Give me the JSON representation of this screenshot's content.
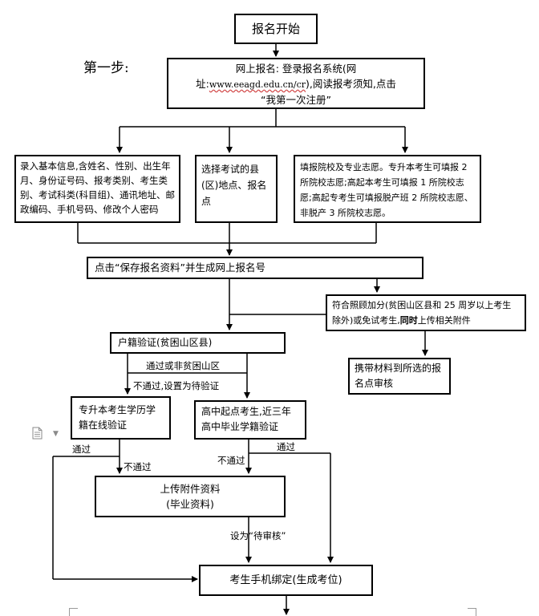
{
  "step_label": "第一步:",
  "boxes": {
    "start": "报名开始",
    "online_prefix": "网上报名: 登录报名系统(网",
    "online_url_prefix": "址:",
    "online_url": "www.eeagd.edu.cn/cr",
    "online_suffix": "),阅读报考须知,点击",
    "online_quote": "“我第一次注册”",
    "basic_info": "录入基本信息,含姓名、性别、出生年月、身份证号码、报考类别、考生类别、考试科类(科目组)、通讯地址、邮政编码、手机号码、修改个人密码",
    "select_county": "选择考试的县(区)地点、报名点",
    "fill_schools": "填报院校及专业志愿。专升本考生可填报 2 所院校志愿;高起本考生可填报 1 所院校志愿;高起专考生可填报脱产班 2 所院校志愿、非脱产 3 所院校志愿。",
    "save": "点击“保存报名资料”并生成网上报名号",
    "bonus_text": "符合照顾加分(贫困山区县和 25 周岁以上考生除外)或免试考生,",
    "bonus_bold": "同时",
    "bonus_tail": "上传相关附件",
    "household": "户籍验证(贫困山区县)",
    "bring_materials": "携带材料到所选的报名点审核",
    "upgrade_verify": "专升本考生学历学籍在线验证",
    "hs_verify": "高中起点考生,近三年高中毕业学籍验证",
    "upload_line1": "上传附件资料",
    "upload_line2": "(毕业资料)",
    "phone_bind": "考生手机绑定(生成考位)"
  },
  "labels": {
    "pass_or_not": "通过或非贫困山区",
    "fail_pending": "不通过,设置为待验证",
    "pass_left": "通过",
    "fail_left": "不通过",
    "fail_mid": "不通过",
    "pass_right": "通过",
    "set_pending": "设为“待审核”"
  }
}
